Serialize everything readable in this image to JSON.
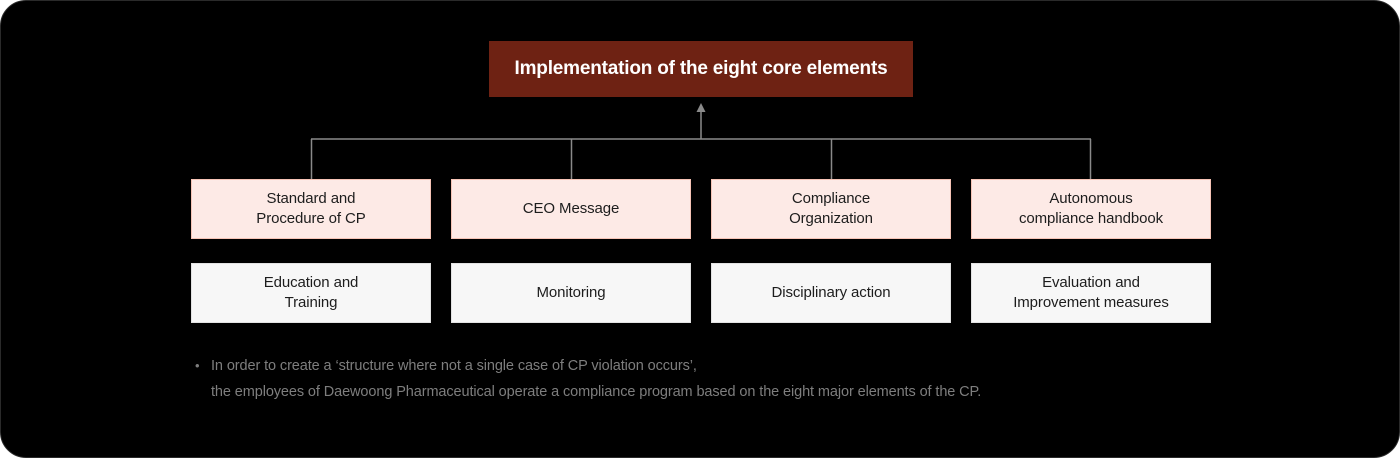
{
  "diagram": {
    "title": "Implementation of the eight core elements",
    "title_box_color": "#6e2213",
    "title_text_color": "#ffffff",
    "background_color": "#000000",
    "connector_color": "#8a8a8a",
    "row1_box_fill": "#fdeae6",
    "row1_box_border": "#f6c4b6",
    "row2_box_fill": "#f7f7f7",
    "row2_box_border": "#e2e2e2",
    "rows": [
      {
        "style": "pink",
        "nodes": [
          {
            "label": "Standard and\nProcedure of CP"
          },
          {
            "label": "CEO Message"
          },
          {
            "label": "Compliance\nOrganization"
          },
          {
            "label": "Autonomous\ncompliance handbook"
          }
        ]
      },
      {
        "style": "gray",
        "nodes": [
          {
            "label": "Education and\nTraining"
          },
          {
            "label": "Monitoring"
          },
          {
            "label": "Disciplinary action"
          },
          {
            "label": "Evaluation and\nImprovement measures"
          }
        ]
      }
    ],
    "footnote": {
      "bullet": "•",
      "text": "In order to create a ‘structure where not a single case of CP violation occurs’,\nthe employees of Daewoong Pharmaceutical operate a compliance program based on the eight major elements of the CP.",
      "color": "#7e7e7e"
    }
  }
}
